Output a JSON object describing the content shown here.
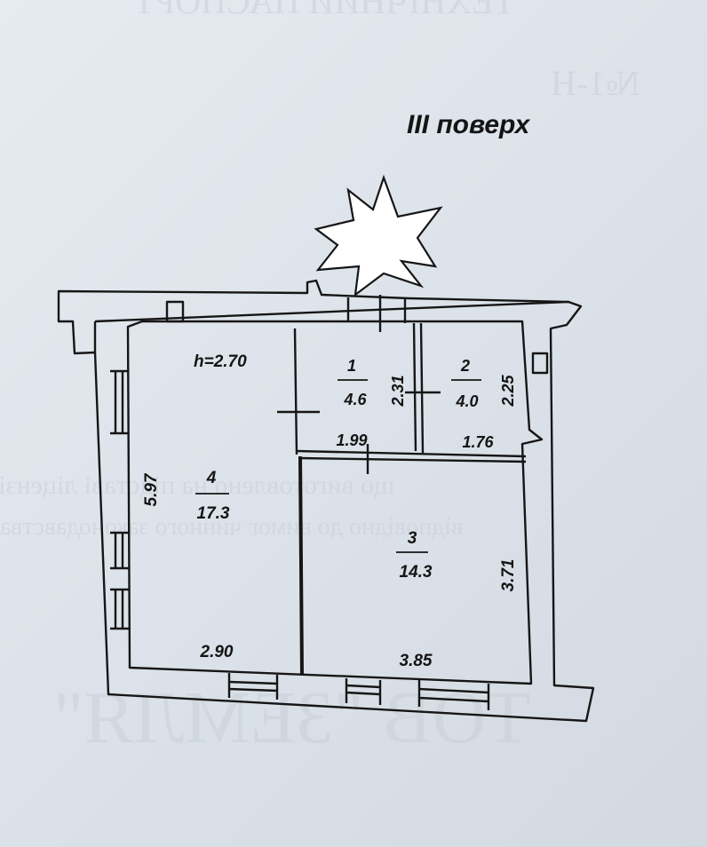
{
  "floor_label": "III поверх",
  "ceiling_height": "h=2.70",
  "rooms": [
    {
      "number": "1",
      "area": "4.6"
    },
    {
      "number": "2",
      "area": "4.0"
    },
    {
      "number": "3",
      "area": "14.3"
    },
    {
      "number": "4",
      "area": "17.3"
    }
  ],
  "dimensions": {
    "room1_height": "2.31",
    "room1_width": "1.99",
    "room2_height": "2.25",
    "room2_width": "1.76",
    "room3_height": "3.71",
    "room3_width": "3.85",
    "room4_height": "5.97",
    "room4_width": "2.90"
  },
  "bleed_through": {
    "top_text": "ТЕХНІЧНИЙ ПАСПОРТ",
    "top_right": "№1-Н",
    "mid_line_1": "що виготовлено на підставі ліцензії",
    "mid_line_2": "відповідно до вимог чинного законодавства",
    "bottom_text": "ТОВ \"ЗЕМЛЯ\""
  }
}
